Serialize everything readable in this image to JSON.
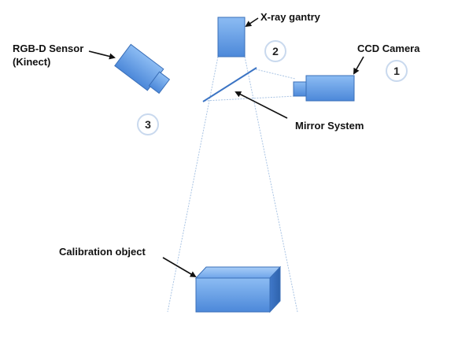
{
  "labels": {
    "xray_gantry": "X-ray gantry",
    "rgbd_sensor_line1": "RGB-D Sensor",
    "rgbd_sensor_line2": "(Kinect)",
    "ccd_camera": "CCD Camera",
    "mirror_system": "Mirror System",
    "calibration_object": "Calibration object"
  },
  "markers": {
    "one": "1",
    "two": "2",
    "three": "3"
  },
  "colors": {
    "device_fill_light": "#7fb3f0",
    "device_fill_dark": "#4a86d8",
    "device_stroke": "#3a6fb8",
    "beam_line": "#a9c4e4",
    "mirror": "#3b74c4",
    "arrow": "#111111"
  }
}
